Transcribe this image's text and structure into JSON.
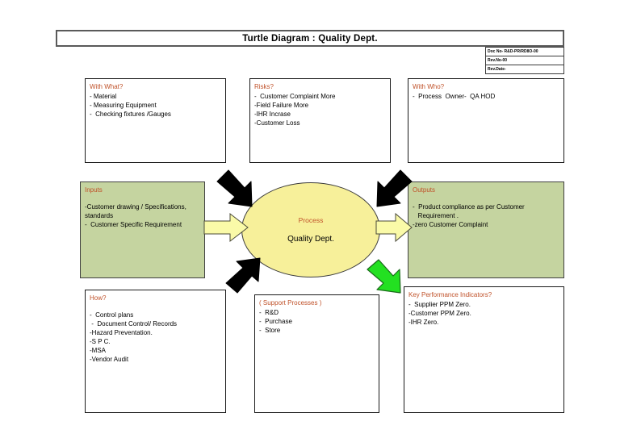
{
  "header": {
    "title": "Turtle Diagram : Quality Dept.",
    "doc_info": [
      {
        "label": "Doc No- R&D-PR/RD8O-00"
      },
      {
        "label": "Rev.No-00"
      },
      {
        "label": "Rev.Date-"
      }
    ]
  },
  "boxes": {
    "with_what": {
      "title": "With What?",
      "items": [
        "- Material",
        "- Measuring Equipment",
        "-  Checking fixtures /Gauges"
      ]
    },
    "risks": {
      "title": "Risks?",
      "items": [
        "-  Customer Complaint More",
        "-Field Failure More",
        "-IHR Incrase",
        "-Customer Loss"
      ]
    },
    "with_who": {
      "title": "With Who?",
      "items": [
        "-  Process  Owner-  QA HOD"
      ]
    },
    "inputs": {
      "title": "Inputs",
      "items": [
        "-Customer drawing / Specifications,",
        "standards",
        "-  Customer Specific Requirement"
      ]
    },
    "outputs": {
      "title": "Outputs",
      "items": [
        "-  Product compliance as per Customer",
        "   Requirement .",
        "-zero Customer Complaint"
      ]
    },
    "how": {
      "title": "How?",
      "items": [
        "-  Control plans",
        " -  Document Control/ Records",
        "-Hazard Preventation.",
        "-S P C.",
        "-MSA",
        "-Vendor Audit"
      ]
    },
    "support_processes": {
      "title": "( Support Processes )",
      "items": [
        "-  R&D",
        "-  Purchase",
        "-  Store"
      ]
    },
    "kpi": {
      "title": "Key Performance Indicators?",
      "items": [
        "-  Supplier PPM Zero.",
        "-Customer PPM Zero.",
        "-IHR Zero."
      ]
    }
  },
  "process": {
    "label": "Process",
    "name": "Quality Dept."
  },
  "colors": {
    "heading_text": "#c0522a",
    "green_box": "#c5d4a0",
    "ellipse_fill": "#f7f09a",
    "flow_arrow_fill": "#fafaa8",
    "black_arrow_fill": "#000000",
    "green_arrow_fill": "#23e021"
  },
  "arrows": {
    "top_left": "black-arrow-down-right",
    "top_right": "black-arrow-down-left",
    "bottom_left": "black-arrow-up-right",
    "bottom_right": "green-arrow-down-right",
    "input_flow": "yellow-arrow-right",
    "output_flow": "yellow-arrow-right"
  }
}
